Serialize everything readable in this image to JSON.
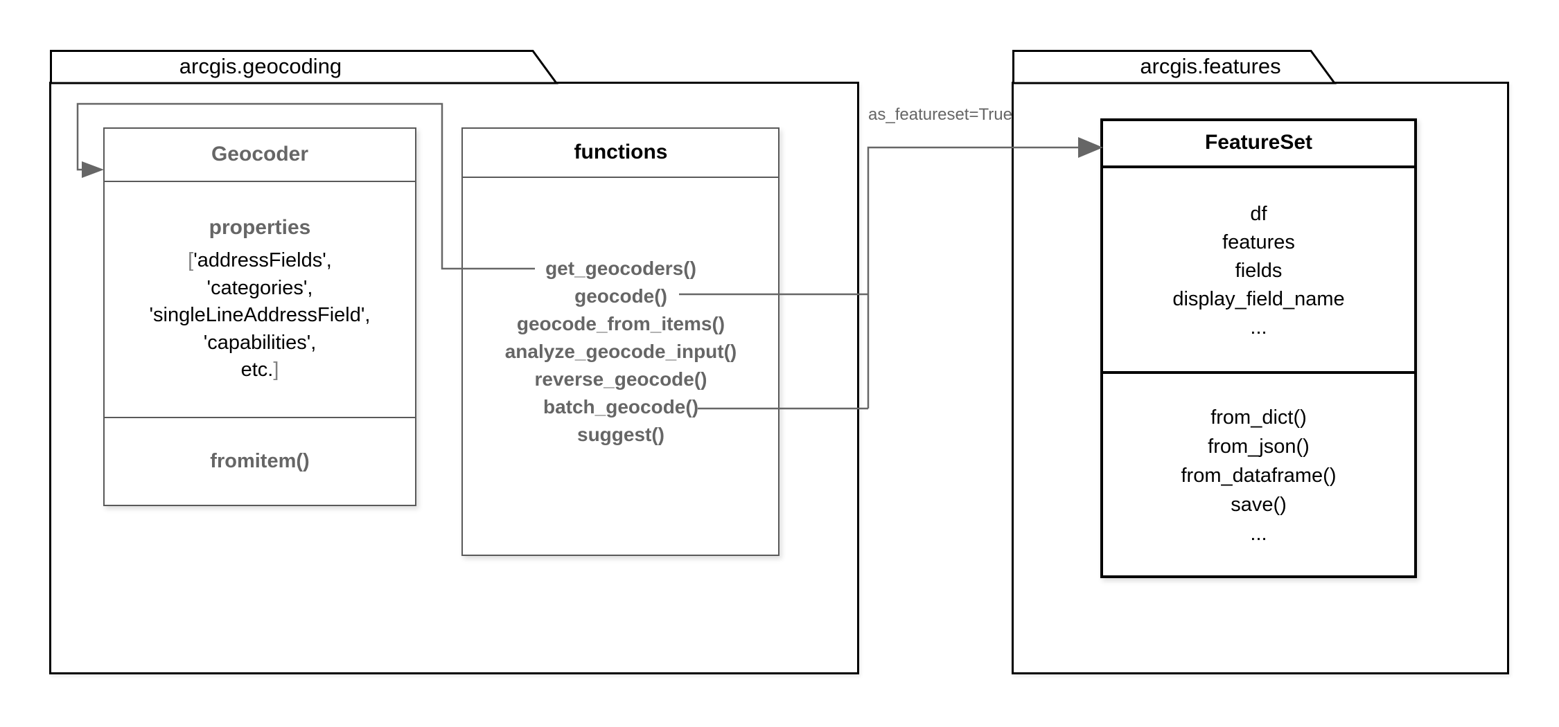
{
  "packages": {
    "geocoding": {
      "label": "arcgis.geocoding"
    },
    "features": {
      "label": "arcgis.features"
    }
  },
  "geocoder": {
    "title": "Geocoder",
    "properties_heading": "properties",
    "bracket_open": "[",
    "items": [
      "'addressFields',",
      "'categories',",
      "'singleLineAddressField',",
      "'capabilities',",
      "etc."
    ],
    "bracket_close": "]",
    "method": "fromitem()"
  },
  "functions": {
    "title": "functions",
    "items": [
      "get_geocoders()",
      "geocode()",
      "geocode_from_items()",
      "analyze_geocode_input()",
      "reverse_geocode()",
      "batch_geocode()",
      "suggest()"
    ]
  },
  "featureset": {
    "title": "FeatureSet",
    "attributes": [
      "df",
      "features",
      "fields",
      "display_field_name",
      "..."
    ],
    "methods": [
      "from_dict()",
      "from_json()",
      "from_dataframe()",
      "save()",
      "..."
    ]
  },
  "annotations": {
    "as_featureset": "as_featureset=True"
  },
  "colors": {
    "line_gray": "#666666",
    "muted_text": "#666666",
    "bracket_gray": "#808080",
    "border_black": "#000000"
  }
}
